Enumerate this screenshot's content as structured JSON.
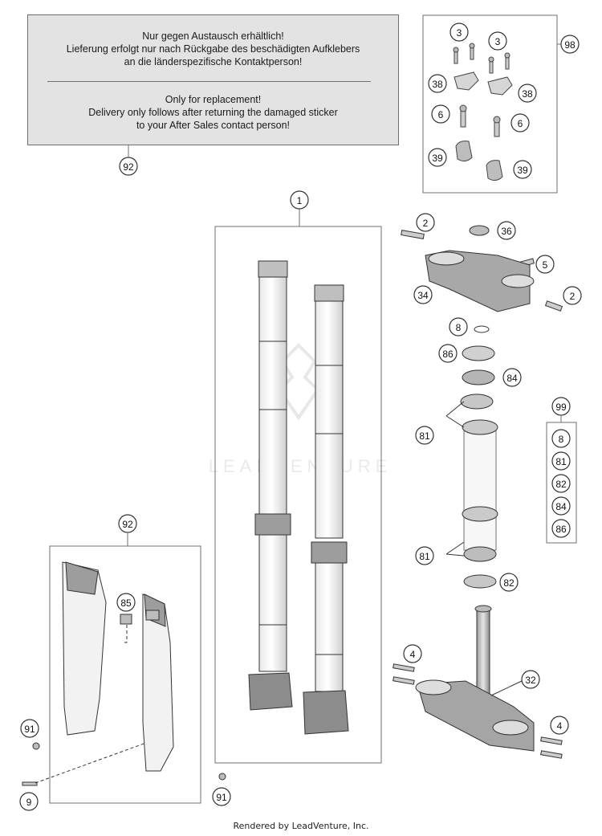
{
  "notice": {
    "de_line1": "Nur gegen Austausch erhältlich!",
    "de_line2": "Lieferung erfolgt nur nach Rückgabe des beschädigten Aufklebers",
    "de_line3": "an die länderspezifische Kontaktperson!",
    "en_line1": "Only for replacement!",
    "en_line2": "Delivery only follows after returning the damaged sticker",
    "en_line3": "to your After Sales contact person!"
  },
  "watermark": "LEADVENTURE",
  "footer": "Rendered by LeadVenture, Inc.",
  "callouts": {
    "notice_ref": "92",
    "kit_box": "98",
    "screw_a": "3",
    "screw_b": "3",
    "clamp_a": "38",
    "clamp_b": "38",
    "bolt_a": "6",
    "bolt_b": "6",
    "mount_a": "39",
    "mount_b": "39",
    "fork_assembly": "1",
    "top_bolt_left": "2",
    "cap_nut": "36",
    "pinch_bolt": "5",
    "top_triple_clamp": "34",
    "top_bolt_right": "2",
    "o_ring": "8",
    "dust_seal": "86",
    "seal_ring": "84",
    "bearing_upper": "81",
    "bearing_lower": "81",
    "lower_seal": "82",
    "kit_99": "99",
    "kit_99_items": [
      "8",
      "81",
      "82",
      "84",
      "86"
    ],
    "bolt_left_lower": "4",
    "bottom_triple_clamp": "32",
    "bolt_right_lower": "4",
    "guard_kit": "92",
    "clip": "85",
    "screw_small_left": "91",
    "screw_long": "9",
    "screw_small_center": "91"
  }
}
